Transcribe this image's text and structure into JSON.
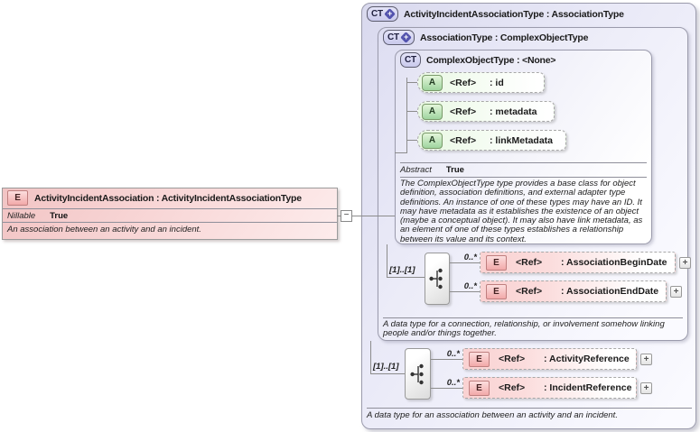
{
  "icons": {
    "e": "E",
    "a": "A",
    "ct": "CT",
    "ct_plus": "+",
    "expand": "+",
    "collapse": "−"
  },
  "colors": {
    "element_pink": "#f6cccc",
    "attribute_green": "#e9f8e3",
    "type_lavender": "#e0e0f2",
    "line_gray": "#8c8c8c"
  },
  "element_box": {
    "title": "ActivityIncidentAssociation : ActivityIncidentAssociationType",
    "facet_label": "Nillable",
    "facet_value": "True",
    "annotation": "An association between an activity and an incident."
  },
  "outer_type": {
    "title": "ActivityIncidentAssociationType : AssociationType",
    "annotation": "A data type for an association between an activity and an incident."
  },
  "association_type": {
    "title": "AssociationType : ComplexObjectType",
    "annotation": "A data type for a connection, relationship, or involvement somehow linking people and/or things together."
  },
  "complex_object_type": {
    "title": "ComplexObjectType : <None>",
    "attributes": [
      {
        "prefix": "<Ref>",
        "name": ": id"
      },
      {
        "prefix": "<Ref>",
        "name": ": metadata"
      },
      {
        "prefix": "<Ref>",
        "name": ": linkMetadata"
      }
    ],
    "facet_label": "Abstract",
    "facet_value": "True",
    "annotation": "The ComplexObjectType type provides a base class for object definition, association definitions, and external adapter type definitions. An instance of one of these types may have an ID. It may have metadata as it establishes the existence of an object (maybe a conceptual object). It may also have link metadata, as an element of one of these types establishes a relationship between its value and its context."
  },
  "groups": [
    {
      "cardinality": "[1]..[1]",
      "children": [
        {
          "occurs": "0..*",
          "prefix": "<Ref>",
          "name": ": AssociationBeginDate"
        },
        {
          "occurs": "0..*",
          "prefix": "<Ref>",
          "name": ": AssociationEndDate"
        }
      ]
    },
    {
      "cardinality": "[1]..[1]",
      "children": [
        {
          "occurs": "0..*",
          "prefix": "<Ref>",
          "name": ": ActivityReference"
        },
        {
          "occurs": "0..*",
          "prefix": "<Ref>",
          "name": ": IncidentReference"
        }
      ]
    }
  ]
}
